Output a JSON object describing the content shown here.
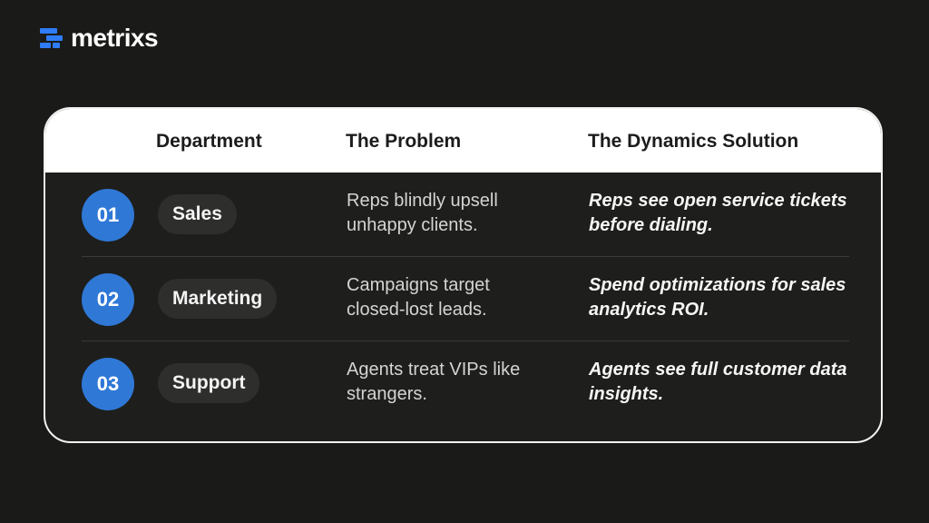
{
  "brand": {
    "name": "metrixs",
    "icon": "bars-logo-icon",
    "accent_color": "#2f7cf6"
  },
  "table": {
    "headers": {
      "department": "Department",
      "problem": "The Problem",
      "solution": "The Dynamics Solution"
    },
    "rows": [
      {
        "number": "01",
        "department": "Sales",
        "problem": "Reps blindly upsell unhappy clients.",
        "solution": "Reps see open service tickets before dialing."
      },
      {
        "number": "02",
        "department": "Marketing",
        "problem": "Campaigns target closed-lost leads.",
        "solution": "Spend optimizations for sales analytics ROI."
      },
      {
        "number": "03",
        "department": "Support",
        "problem": "Agents treat VIPs like strangers.",
        "solution": "Agents see full customer data insights."
      }
    ],
    "badge_color": "#2f78d6"
  }
}
